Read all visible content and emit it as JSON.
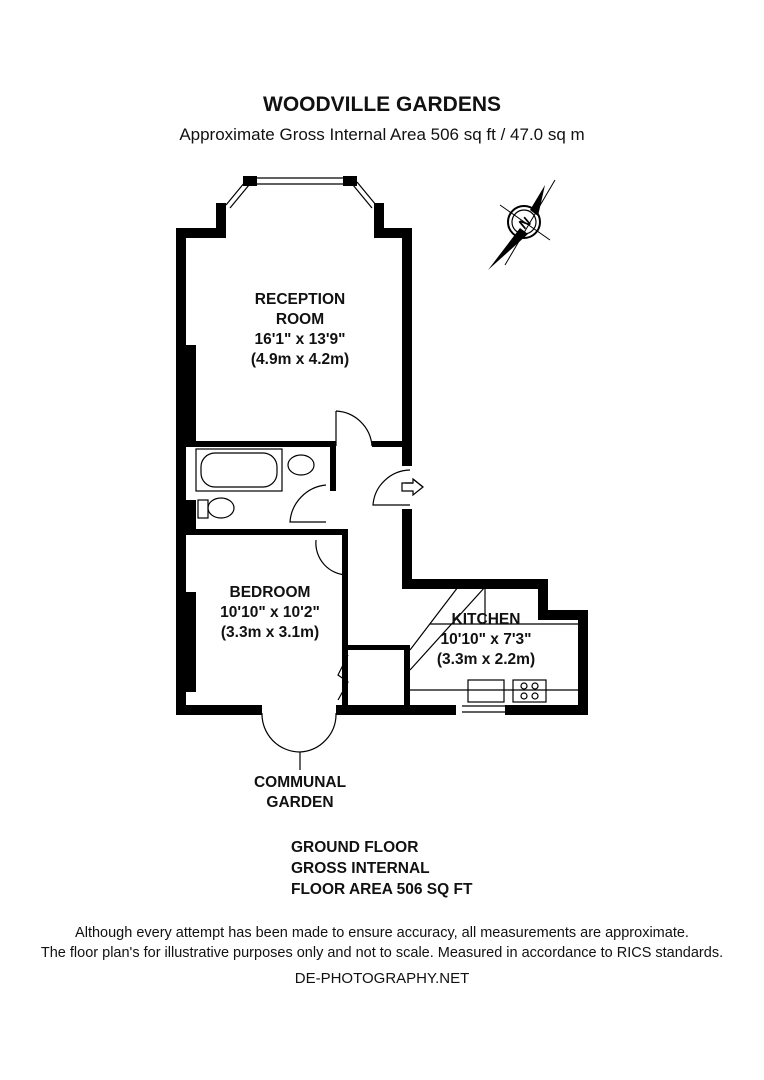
{
  "header": {
    "title": "WOODVILLE GARDENS",
    "subtitle": "Approximate Gross Internal Area 506 sq ft / 47.0 sq m"
  },
  "compass": {
    "label": "N"
  },
  "rooms": [
    {
      "name_line1": "RECEPTION",
      "name_line2": "ROOM",
      "imperial": "16'1\" x 13'9\"",
      "metric": "(4.9m x 4.2m)"
    },
    {
      "name_line1": "BEDROOM",
      "imperial": "10'10\" x 10'2\"",
      "metric": "(3.3m x 3.1m)"
    },
    {
      "name_line1": "KITCHEN",
      "imperial": "10'10\" x 7'3\"",
      "metric": "(3.3m x 2.2m)"
    }
  ],
  "exterior": {
    "line1": "COMMUNAL",
    "line2": "GARDEN"
  },
  "floor_info": {
    "line1": "GROUND FLOOR",
    "line2": "GROSS INTERNAL",
    "line3": "FLOOR AREA 506 SQ FT"
  },
  "footer": {
    "disclaimer1": "Although every attempt has been made to ensure accuracy, all measurements are approximate.",
    "disclaimer2": "The floor plan's for illustrative purposes only and not to scale. Measured in accordance to RICS standards.",
    "website": "DE-PHOTOGRAPHY.NET"
  }
}
